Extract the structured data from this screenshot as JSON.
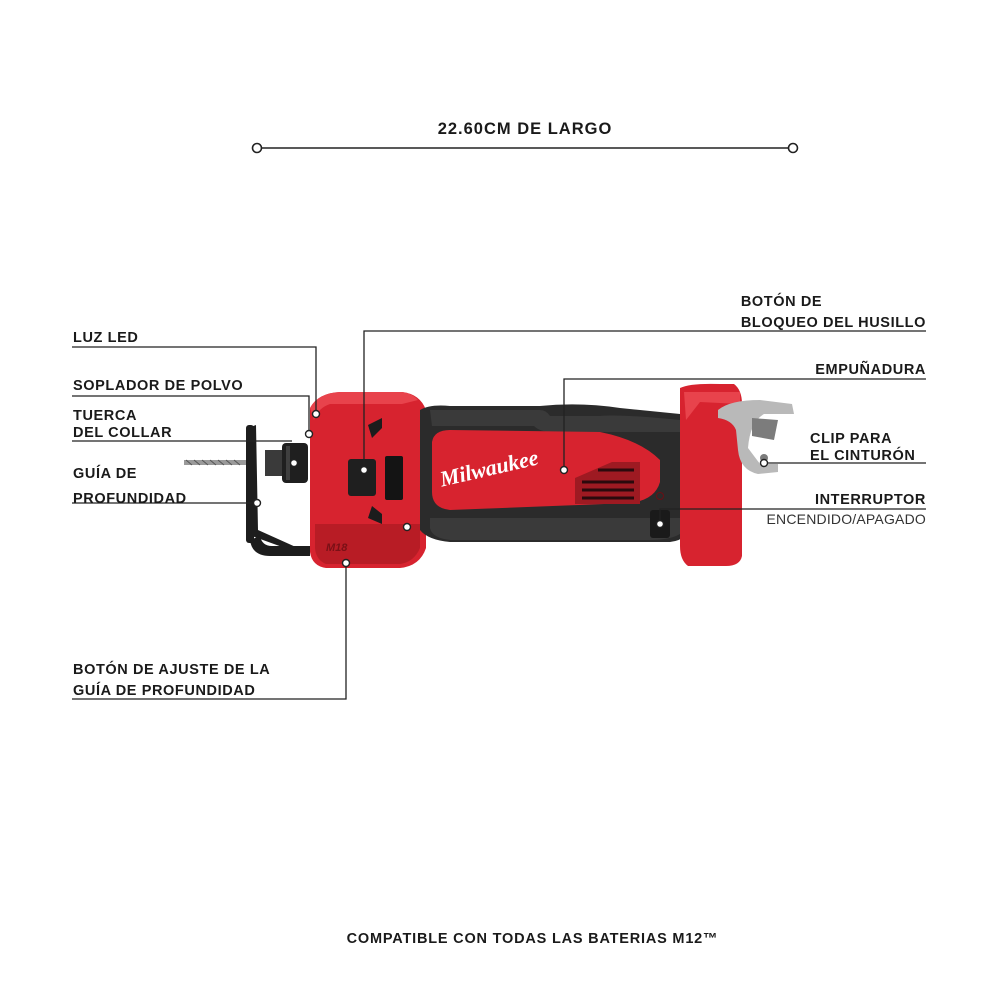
{
  "dimension": {
    "text": "22.60CM DE LARGO"
  },
  "callouts": {
    "luz_led": "LUZ LED",
    "soplador": "SOPLADOR DE POLVO",
    "tuerca_1": "TUERCA",
    "tuerca_2": "DEL COLLAR",
    "guia_1": "GUÍA DE",
    "guia_2": "PROFUNDIDAD",
    "ajuste_1": "BOTÓN DE AJUSTE DE LA",
    "ajuste_2": "GUÍA DE PROFUNDIDAD",
    "bloqueo_1": "BOTÓN DE",
    "bloqueo_2": "BLOQUEO DEL HUSILLO",
    "empunadura": "EMPUÑADURA",
    "clip_1": "CLIP PARA",
    "clip_2": "EL CINTURÓN",
    "interruptor_1": "INTERRUPTOR",
    "interruptor_2": "ENCENDIDO/APAGADO"
  },
  "tool": {
    "brand": "Milwaukee",
    "badge": "M18"
  },
  "footer": "COMPATIBLE CON TODAS LAS BATERIAS M12™",
  "colors": {
    "tool_red": "#d7232f",
    "dark_red": "#9e1a22",
    "grip": "#2b2b2b",
    "clip": "#b9b9b9"
  }
}
